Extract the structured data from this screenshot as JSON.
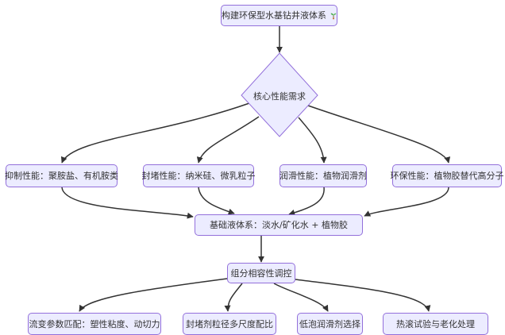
{
  "diagram": {
    "type": "flowchart",
    "colors": {
      "node_fill": "#ECECFF",
      "node_border": "#9370DB",
      "edge": "#333333",
      "text": "#333333",
      "sprout_leaf": "#4caf50",
      "sprout_stem": "#8d6e3f"
    },
    "root": {
      "label": "构建环保型水基钻井液体系",
      "icon": "seedling-icon"
    },
    "decision": {
      "label": "核心性能需求"
    },
    "requirements": [
      {
        "label": "抑制性能：聚胺盐、有机胺类"
      },
      {
        "label": "封堵性能：纳米硅、微乳粒子"
      },
      {
        "label": "润滑性能：植物润滑剂"
      },
      {
        "label": "环保性能：植物胶替代高分子"
      }
    ],
    "base_system": {
      "label": "基础液体系：淡水/矿化水 + 植物胶"
    },
    "compatibility": {
      "label": "组分相容性调控"
    },
    "outputs": [
      {
        "label": "流变参数匹配：塑性粘度、动切力"
      },
      {
        "label": "封堵剂粒径多尺度配比"
      },
      {
        "label": "低泡润滑剂选择"
      },
      {
        "label": "热滚试验与老化处理"
      }
    ],
    "edges": [
      {
        "from": "root",
        "to": "decision"
      },
      {
        "from": "decision",
        "to": "requirements.0"
      },
      {
        "from": "decision",
        "to": "requirements.1"
      },
      {
        "from": "decision",
        "to": "requirements.2"
      },
      {
        "from": "decision",
        "to": "requirements.3"
      },
      {
        "from": "requirements.0",
        "to": "base_system"
      },
      {
        "from": "requirements.1",
        "to": "base_system"
      },
      {
        "from": "requirements.2",
        "to": "base_system"
      },
      {
        "from": "requirements.3",
        "to": "base_system"
      },
      {
        "from": "base_system",
        "to": "compatibility"
      },
      {
        "from": "compatibility",
        "to": "outputs.0"
      },
      {
        "from": "compatibility",
        "to": "outputs.1"
      },
      {
        "from": "compatibility",
        "to": "outputs.2"
      },
      {
        "from": "compatibility",
        "to": "outputs.3"
      }
    ]
  }
}
